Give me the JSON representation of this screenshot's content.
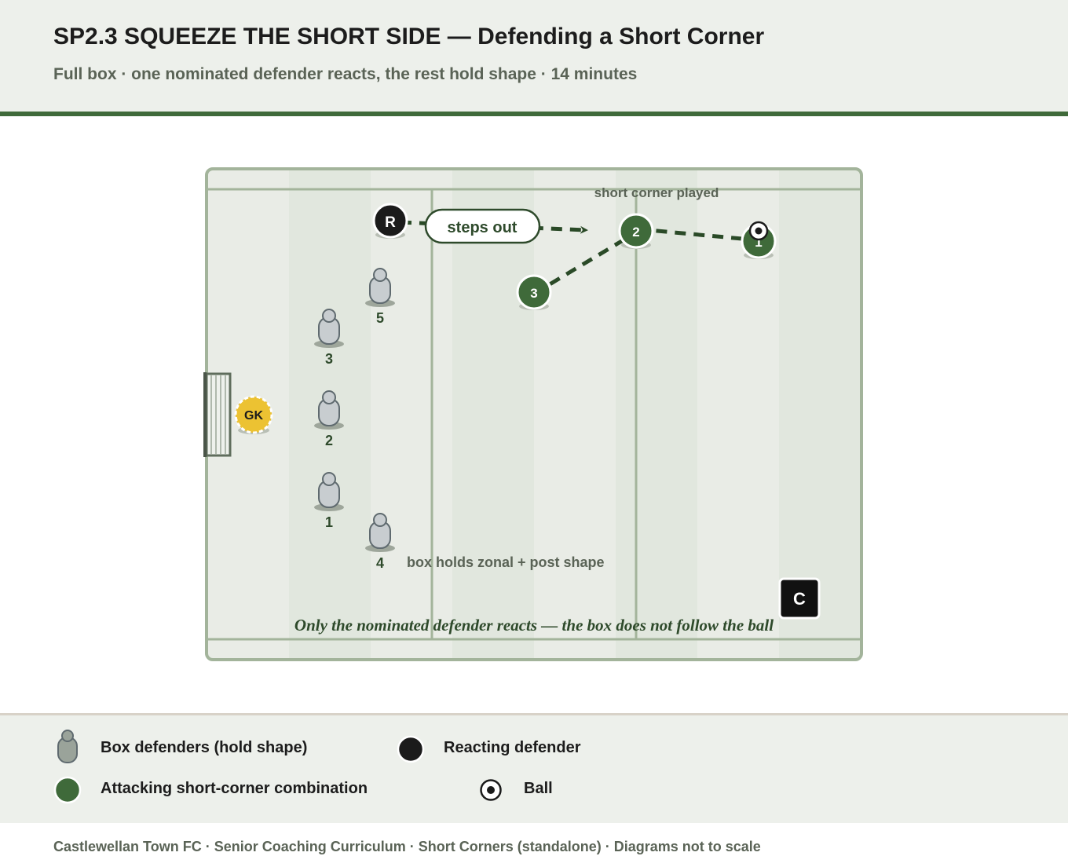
{
  "header": {
    "title": "SP2.3 SQUEEZE THE SHORT SIDE — Defending a Short Corner",
    "subtitle": "Full box · one nominated defender reacts, the rest hold shape · 14 minutes"
  },
  "diagram": {
    "colors": {
      "pitch_light": "#e9ece6",
      "pitch_dark": "#e1e7de",
      "line": "#a3b49b",
      "attacker": "#3f6a3a",
      "reactor": "#1b1b1b",
      "goalkeeper": "#ecc232",
      "dummy": "#c8cdd0"
    },
    "labels": {
      "reactor": "R",
      "goalkeeper": "GK",
      "coach": "C",
      "steps_out": "steps out",
      "short_corner": "short corner played",
      "box_holds": "box holds zonal + post shape",
      "note": "Only the nominated defender reacts — the box does not follow the ball"
    },
    "dummies": [
      {
        "id": "5",
        "label": "5"
      },
      {
        "id": "3",
        "label": "3"
      },
      {
        "id": "2",
        "label": "2"
      },
      {
        "id": "1",
        "label": "1"
      },
      {
        "id": "4",
        "label": "4"
      }
    ],
    "attackers": [
      {
        "id": "1",
        "label": "1"
      },
      {
        "id": "2",
        "label": "2"
      },
      {
        "id": "3",
        "label": "3"
      }
    ]
  },
  "legend": {
    "box_defenders": "Box defenders (hold shape)",
    "reacting_defender": "Reacting defender",
    "attacking_combo": "Attacking short-corner combination",
    "ball": "Ball"
  },
  "footer": {
    "text": "Castlewellan Town FC · Senior Coaching Curriculum · Short Corners (standalone) · Diagrams not to scale"
  }
}
